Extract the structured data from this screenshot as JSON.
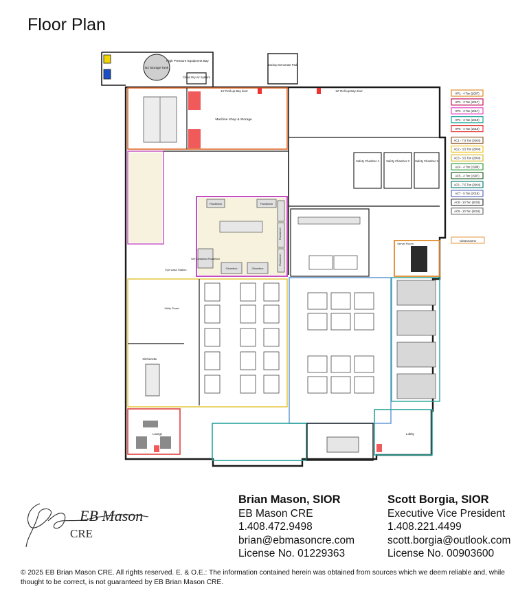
{
  "page_title": "Floor Plan",
  "plan": {
    "rooms": {
      "n2_storage": "N2 Storage Tank",
      "hp_bay": "High Pressure Equipment Bay",
      "clean_dry": "Clean Dry Air System",
      "generator": "Backup Generator Pad",
      "machine_shop": "Machine Shop & Storage",
      "kitchenette": "Kitchenette",
      "lounge": "Lounge",
      "lobby": "Lobby",
      "server_room": "Server Room",
      "eye_wash": "Eye wash Station",
      "utility": "Utility Closet",
      "scba": "Self Contained Flowbench"
    },
    "rollup_left": "12' Roll-up Bay door",
    "rollup_right": "12' Roll-up Bay door",
    "safety_chambers": [
      "Safety Chamber 4",
      "Safety Chamber 3",
      "Safety Chamber 2"
    ],
    "flowbench_labels": [
      "Flowbench",
      "Flowbench",
      "Flowbench",
      "Flowbench"
    ],
    "glovebox_labels": [
      "Glovebox",
      "Glovebox"
    ],
    "legend": [
      {
        "label": "HP1 - 4 Ton (2007)",
        "color": "#e08a2b"
      },
      {
        "label": "HP2 - 3 Ton (2017)",
        "color": "#c2185b"
      },
      {
        "label": "HP3 - 3 Ton (2017)",
        "color": "#e64ac8"
      },
      {
        "label": "HP4 - 3 Ton (2019)",
        "color": "#1aa59b"
      },
      {
        "label": "HP5 - 4 Ton (2016)",
        "color": "#e53935"
      },
      {
        "label": "AC1 - 7.5 Ton (2004)",
        "color": "#8d5b2b"
      },
      {
        "label": "AC2 - 3.5 Ton (2004)",
        "color": "#f0c419"
      },
      {
        "label": "AC3 - 3.5 Ton (2004)",
        "color": "#d8b92a"
      },
      {
        "label": "AC4 - 4 Ton (1998)",
        "color": "#2e9e3a"
      },
      {
        "label": "AC5 - 4 Ton (1997)",
        "color": "#1b5e20"
      },
      {
        "label": "AC6 - 7.5 Ton (2004)",
        "color": "#0b7f7a"
      },
      {
        "label": "AC7 - 5 Ton (2019)",
        "color": "#5c6bc0"
      },
      {
        "label": "AC8 - 10 Ton (2019)",
        "color": "#3a3a3a"
      },
      {
        "label": "AC9 - 10 Ton (2019)",
        "color": "#6e6e6e"
      }
    ],
    "cleanrooms_label": "Cleanrooms",
    "colors": {
      "wall": "#1a1a1a",
      "machine_shop_outline": "#e06a2b",
      "lab_outline": "#c44dbd",
      "office_outline": "#e8c94a",
      "openoffice_outline": "#6ea0d8",
      "server_outline": "#e08a2b",
      "lounge_outline": "#e04040",
      "conference_outline": "#2aa59b",
      "red_accent": "#f05a5a",
      "beige_fill": "#f7f2dd",
      "cabinet_fill": "#f7f5e8"
    }
  },
  "contacts": [
    {
      "name": "Brian Mason, SIOR",
      "company": "EB Mason CRE",
      "phone": "1.408.472.9498",
      "email": "brian@ebmasoncre.com",
      "license": "License No. 01229363"
    },
    {
      "name": "Scott Borgia, SIOR",
      "title": "Executive Vice President",
      "phone": "1.408.221.4499",
      "email": "scott.borgia@outlook.com",
      "license": "License No. 00903600"
    }
  ],
  "logo": {
    "text": "EB Mason",
    "sub": "CRE"
  },
  "footer": "© 2025 EB Brian Mason CRE. All rights reserved. E. & O.E.: The information contained herein was obtained from sources which we deem reliable and, while thought to be correct, is not guaranteed by EB Brian Mason CRE."
}
